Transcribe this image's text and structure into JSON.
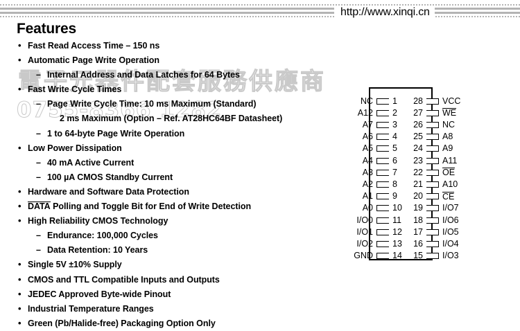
{
  "header": {
    "url": "http://www.xinqi.cn",
    "rule_color": "#b3b3b3"
  },
  "watermarks": {
    "company_cn": "電子元器件配套服務供應商",
    "phone": "0755-8366 1282",
    "color": "#c9c9c9"
  },
  "features": {
    "title": "Features",
    "items": [
      {
        "level": 1,
        "text": "Fast Read Access Time – 150 ns"
      },
      {
        "level": 1,
        "text": "Automatic Page Write Operation"
      },
      {
        "level": 2,
        "text": "Internal Address and Data Latches for 64 Bytes"
      },
      {
        "level": 1,
        "text": "Fast Write Cycle Times"
      },
      {
        "level": 2,
        "text": "Page Write Cycle Time: 10 ms Maximum (Standard)"
      },
      {
        "level": 3,
        "text": "2 ms Maximum (Option – Ref. AT28HC64BF Datasheet)"
      },
      {
        "level": 2,
        "text": "1 to 64-byte Page Write Operation"
      },
      {
        "level": 1,
        "text": "Low Power Dissipation"
      },
      {
        "level": 2,
        "text": "40 mA Active Current"
      },
      {
        "level": 2,
        "text": "100 µA CMOS Standby Current"
      },
      {
        "level": 1,
        "text": "Hardware and Software Data Protection"
      },
      {
        "level": 1,
        "text": "DATA Polling and Toggle Bit for End of Write Detection",
        "overline": "DATA"
      },
      {
        "level": 1,
        "text": "High Reliability CMOS Technology"
      },
      {
        "level": 2,
        "text": "Endurance: 100,000 Cycles"
      },
      {
        "level": 2,
        "text": "Data Retention: 10 Years"
      },
      {
        "level": 1,
        "text": "Single 5V ±10% Supply"
      },
      {
        "level": 1,
        "text": "CMOS and TTL Compatible Inputs and Outputs"
      },
      {
        "level": 1,
        "text": "JEDEC Approved Byte-wide Pinout"
      },
      {
        "level": 1,
        "text": "Industrial Temperature Ranges"
      },
      {
        "level": 1,
        "text": "Green (Pb/Halide-free) Packaging Option Only"
      }
    ]
  },
  "pinout": {
    "package_pin_count": 28,
    "left_pins": [
      {
        "num": "1",
        "label": "NC",
        "overline": false
      },
      {
        "num": "2",
        "label": "A12",
        "overline": false
      },
      {
        "num": "3",
        "label": "A7",
        "overline": false
      },
      {
        "num": "4",
        "label": "A6",
        "overline": false
      },
      {
        "num": "5",
        "label": "A5",
        "overline": false
      },
      {
        "num": "6",
        "label": "A4",
        "overline": false
      },
      {
        "num": "7",
        "label": "A3",
        "overline": false
      },
      {
        "num": "8",
        "label": "A2",
        "overline": false
      },
      {
        "num": "9",
        "label": "A1",
        "overline": false
      },
      {
        "num": "10",
        "label": "A0",
        "overline": false
      },
      {
        "num": "11",
        "label": "I/O0",
        "overline": false
      },
      {
        "num": "12",
        "label": "I/O1",
        "overline": false
      },
      {
        "num": "13",
        "label": "I/O2",
        "overline": false
      },
      {
        "num": "14",
        "label": "GND",
        "overline": false
      }
    ],
    "right_pins": [
      {
        "num": "28",
        "label": "VCC",
        "overline": false
      },
      {
        "num": "27",
        "label": "WE",
        "overline": true
      },
      {
        "num": "26",
        "label": "NC",
        "overline": false
      },
      {
        "num": "25",
        "label": "A8",
        "overline": false
      },
      {
        "num": "24",
        "label": "A9",
        "overline": false
      },
      {
        "num": "23",
        "label": "A11",
        "overline": false
      },
      {
        "num": "22",
        "label": "OE",
        "overline": true
      },
      {
        "num": "21",
        "label": "A10",
        "overline": false
      },
      {
        "num": "20",
        "label": "CE",
        "overline": true
      },
      {
        "num": "19",
        "label": "I/O7",
        "overline": false
      },
      {
        "num": "18",
        "label": "I/O6",
        "overline": false
      },
      {
        "num": "17",
        "label": "I/O5",
        "overline": false
      },
      {
        "num": "16",
        "label": "I/O4",
        "overline": false
      },
      {
        "num": "15",
        "label": "I/O3",
        "overline": false
      }
    ]
  }
}
